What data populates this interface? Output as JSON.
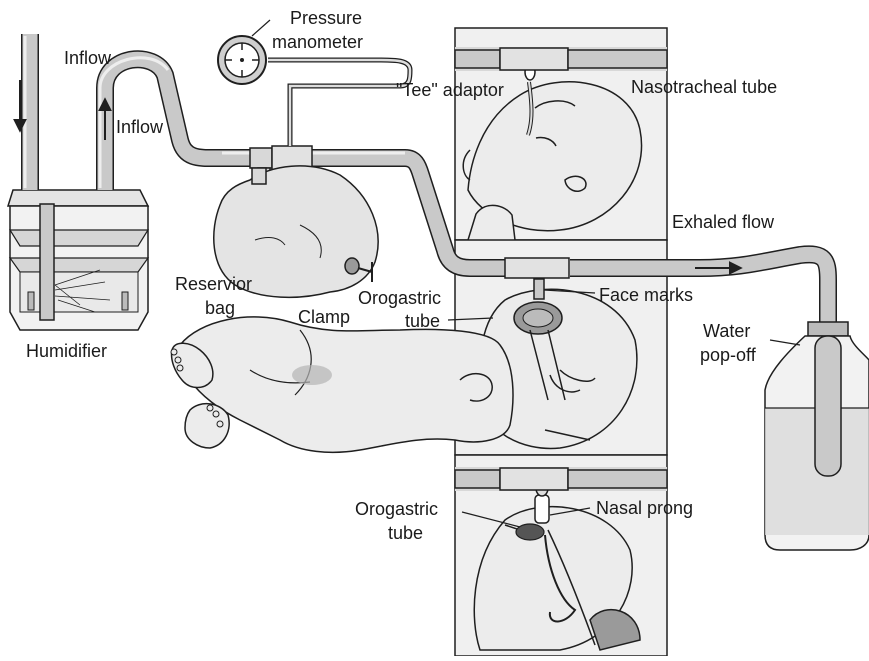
{
  "labels": {
    "pressure": [
      "Pressure",
      "manometer"
    ],
    "inflow_top": "Inflow",
    "inflow_mid": "Inflow",
    "tee_adaptor": "\"Tee\" adaptor",
    "nasotracheal_tube": "Nasotracheal tube",
    "exhaled_flow": "Exhaled flow",
    "reservoir_bag": [
      "Reservior",
      "bag"
    ],
    "clamp": "Clamp",
    "orogastric_mid": [
      "Orogastric",
      "tube"
    ],
    "face_marks": "Face marks",
    "humidifier": "Humidifier",
    "water_popoff": [
      "Water",
      "pop-off"
    ],
    "orogastric_bottom": [
      "Orogastric",
      "tube"
    ],
    "nasal_prong": "Nasal prong"
  },
  "colors": {
    "outline": "#1f1f1f",
    "tube_fill": "#c9c9c9",
    "tube_highlight": "#eeeeee",
    "panel_fill": "#f0f0f0",
    "skin": "#ececec",
    "shade": "#9a9a9a",
    "bag_fill": "#e4e4e4"
  }
}
